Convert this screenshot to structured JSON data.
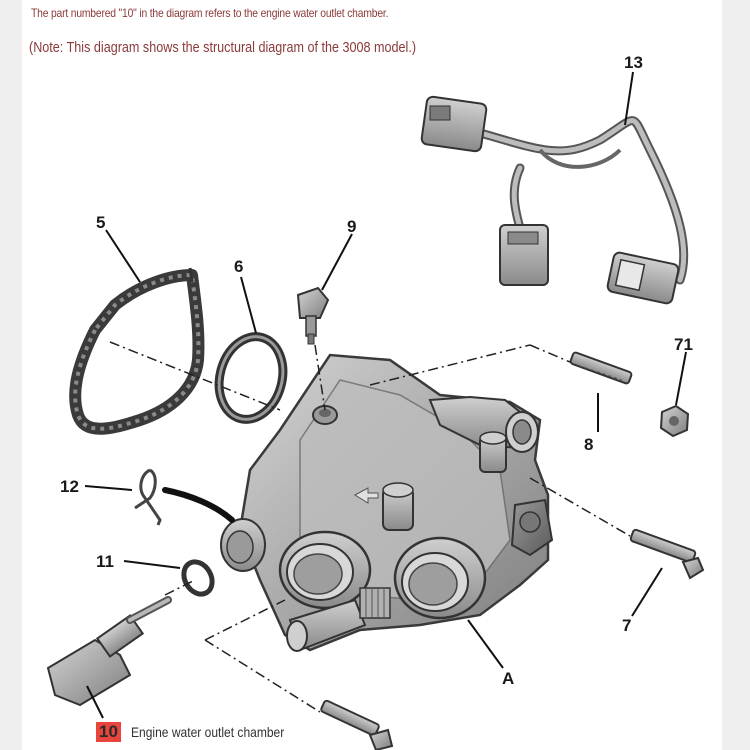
{
  "notes": {
    "part_reference": "The part numbered \"10\" in the diagram refers to the engine water outlet chamber.",
    "model_note": "(Note: This diagram shows the structural diagram of the 3008 model.)"
  },
  "callouts": {
    "c13": "13",
    "c5": "5",
    "c9": "9",
    "c6": "6",
    "c71": "71",
    "c8": "8",
    "c12": "12",
    "c11": "11",
    "c7": "7",
    "cA": "A"
  },
  "legend": {
    "number": "10",
    "label": "Engine water outlet chamber"
  },
  "colors": {
    "note_text": "#8b3a3a",
    "legend_highlight": "#e8453c"
  }
}
